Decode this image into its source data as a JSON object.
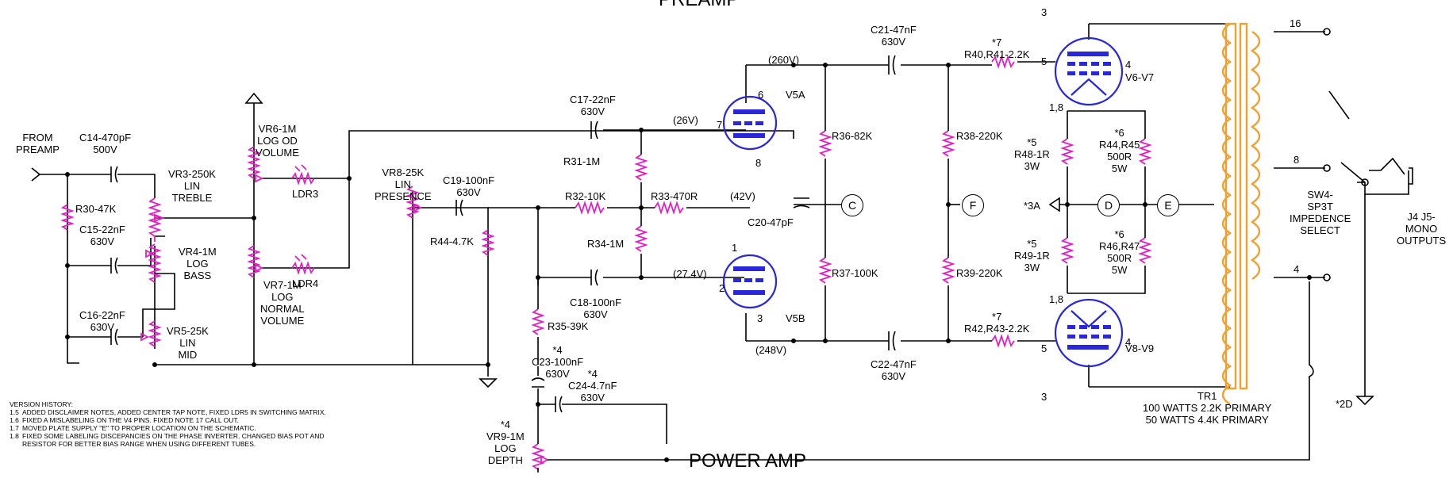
{
  "titles": {
    "preamp": "PREAMP",
    "power_amp": "POWER AMP"
  },
  "colors": {
    "wire": "#000000",
    "resistor": "#e020c0",
    "tube": "#2828d8",
    "transformer": "#f0a030",
    "background": "#ffffff"
  },
  "labels": {
    "from_preamp": "FROM\nPREAMP",
    "c14": "C14-470pF\n500V",
    "r30": "R30-47K",
    "c15": "C15-22nF\n630V",
    "c16": "C16-22nF\n630V",
    "vr3": "VR3-250K\nLIN\nTREBLE",
    "vr4": "VR4-1M\nLOG\nBASS",
    "vr5": "VR5-25K\nLIN\nMID",
    "vr6": "VR6-1M\nLOG OD\nVOLUME",
    "ldr3": "LDR3",
    "ldr4": "LDR4",
    "vr7": "VR7-1M\nLOG\nNORMAL\nVOLUME",
    "vr8": "VR8-25K\nLIN\nPRESENCE",
    "c19": "C19-100nF\n630V",
    "r44": "R44-4.7K",
    "c17": "C17-22nF\n630V",
    "r31": "R31-1M",
    "r32": "R32-10K",
    "r33": "R33-470R",
    "r34": "R34-1M",
    "c18": "C18-100nF\n630V",
    "r35": "R35-39K",
    "c23": "*4\nC23-100nF\n630V",
    "c24": "*4\nC24-4.7nF\n630V",
    "vr9": "*4\nVR9-1M\nLOG\nDEPTH",
    "v26": "(26V)",
    "v42": "(42V)",
    "v274": "(27.4V)",
    "v260": "(260V)",
    "v248": "(248V)",
    "v5a": "V5A",
    "v5b": "V5B",
    "pin6": "6",
    "pin7": "7",
    "pin8": "8",
    "pin1": "1",
    "pin2": "2",
    "pin3": "3",
    "c20": "C20-47pF",
    "r36": "R36-82K",
    "r37": "R37-100K",
    "c21": "C21-47nF\n630V",
    "c22": "C22-47nF\n630V",
    "r38": "R38-220K",
    "r39": "R39-220K",
    "r40": "*7\nR40,R41-2.2K",
    "r42": "*7\nR42,R43-2.2K",
    "v6v7": "V6-V7",
    "v8v9": "V8-V9",
    "tpin3a": "3",
    "tpin5a": "5",
    "tpin4a": "4",
    "tpin18a": "1,8",
    "tpin3b": "3",
    "tpin5b": "5",
    "tpin4b": "4",
    "tpin18b": "1,8",
    "r48": "*5\nR48-1R\n3W",
    "r49": "*5\nR49-1R\n3W",
    "r44r45": "*6\nR44,R45\n500R\n5W",
    "r46r47": "*6\nR46,R47\n500R\n5W",
    "ref3a": "*3A",
    "ref2d": "*2D",
    "tr1": "TR1\n100 WATTS 2.2K PRIMARY\n50 WATTS 4.4K PRIMARY",
    "tap16": "16",
    "tap8": "8",
    "tap4": "4",
    "sw4": "SW4-\nSP3T\nIMPEDENCE\nSELECT",
    "j4j5": "J4 J5-\nMONO\nOUTPUTS"
  },
  "nodes": {
    "c": "C",
    "f": "F",
    "d": "D",
    "e": "E"
  },
  "version_history": {
    "title": "VERSION HISTORY:",
    "entries": [
      {
        "version": "1.5",
        "text": "ADDED DISCLAIMER NOTES, ADDED CENTER TAP NOTE, FIXED LDR5 IN SWITCHING MATRIX."
      },
      {
        "version": "1.6",
        "text": "FIXED A MISLABELING ON THE V4 PINS. FIXED NOTE 17 CALL OUT."
      },
      {
        "version": "1.7",
        "text": "MOVED PLATE SUPPLY \"E\" TO PROPER LOCATION ON THE SCHEMATIC."
      },
      {
        "version": "1.8",
        "text": "FIXED SOME LABELING DISCEPANCIES ON THE PHASE INVERTER. CHANGED BIAS POT AND"
      },
      {
        "version": "",
        "text": "RESISTOR FOR BETTER BIAS RANGE WHEN USING DIFFERENT TUBES."
      }
    ]
  }
}
